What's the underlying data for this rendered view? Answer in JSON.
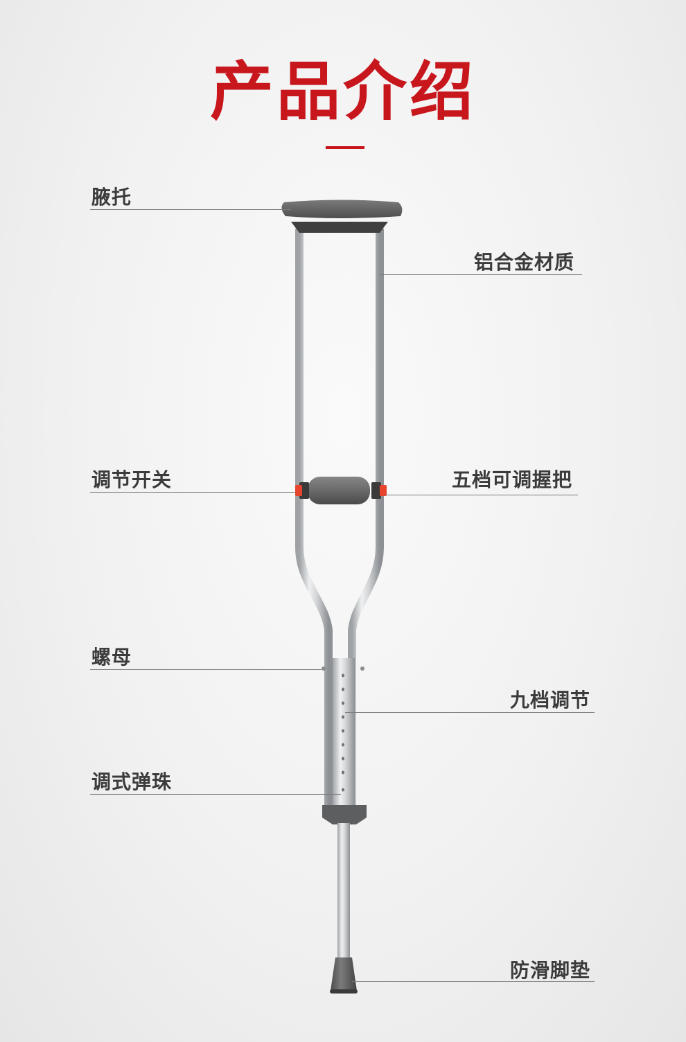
{
  "page": {
    "title": "产品介绍"
  },
  "labels": {
    "underarm_pad": "腋托",
    "aluminum_material": "铝合金材质",
    "adjust_switch": "调节开关",
    "five_level_grip": "五档可调握把",
    "nut": "螺母",
    "nine_level_adjust": "九档调节",
    "spring_bead": "调式弹珠",
    "anti_slip_foot": "防滑脚垫"
  },
  "colors": {
    "accent": "#c8161d",
    "label_text": "#3b3b3b",
    "leader_line": "#7a7a7a",
    "tube": "#c9cbcd",
    "pad": "#6b6b6b",
    "switch": "#e8432c"
  }
}
